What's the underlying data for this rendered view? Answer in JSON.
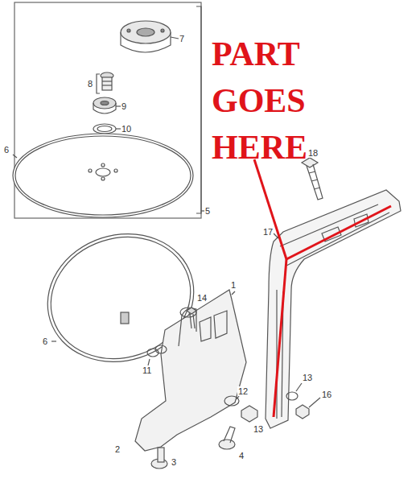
{
  "diagram": {
    "labels": [
      "PART GOES HERE",
      "7",
      "8",
      "9",
      "10",
      "5",
      "6",
      "18",
      "17",
      "1",
      "14",
      "6",
      "11",
      "2",
      "3",
      "4",
      "12",
      "13",
      "13",
      "16"
    ]
  }
}
